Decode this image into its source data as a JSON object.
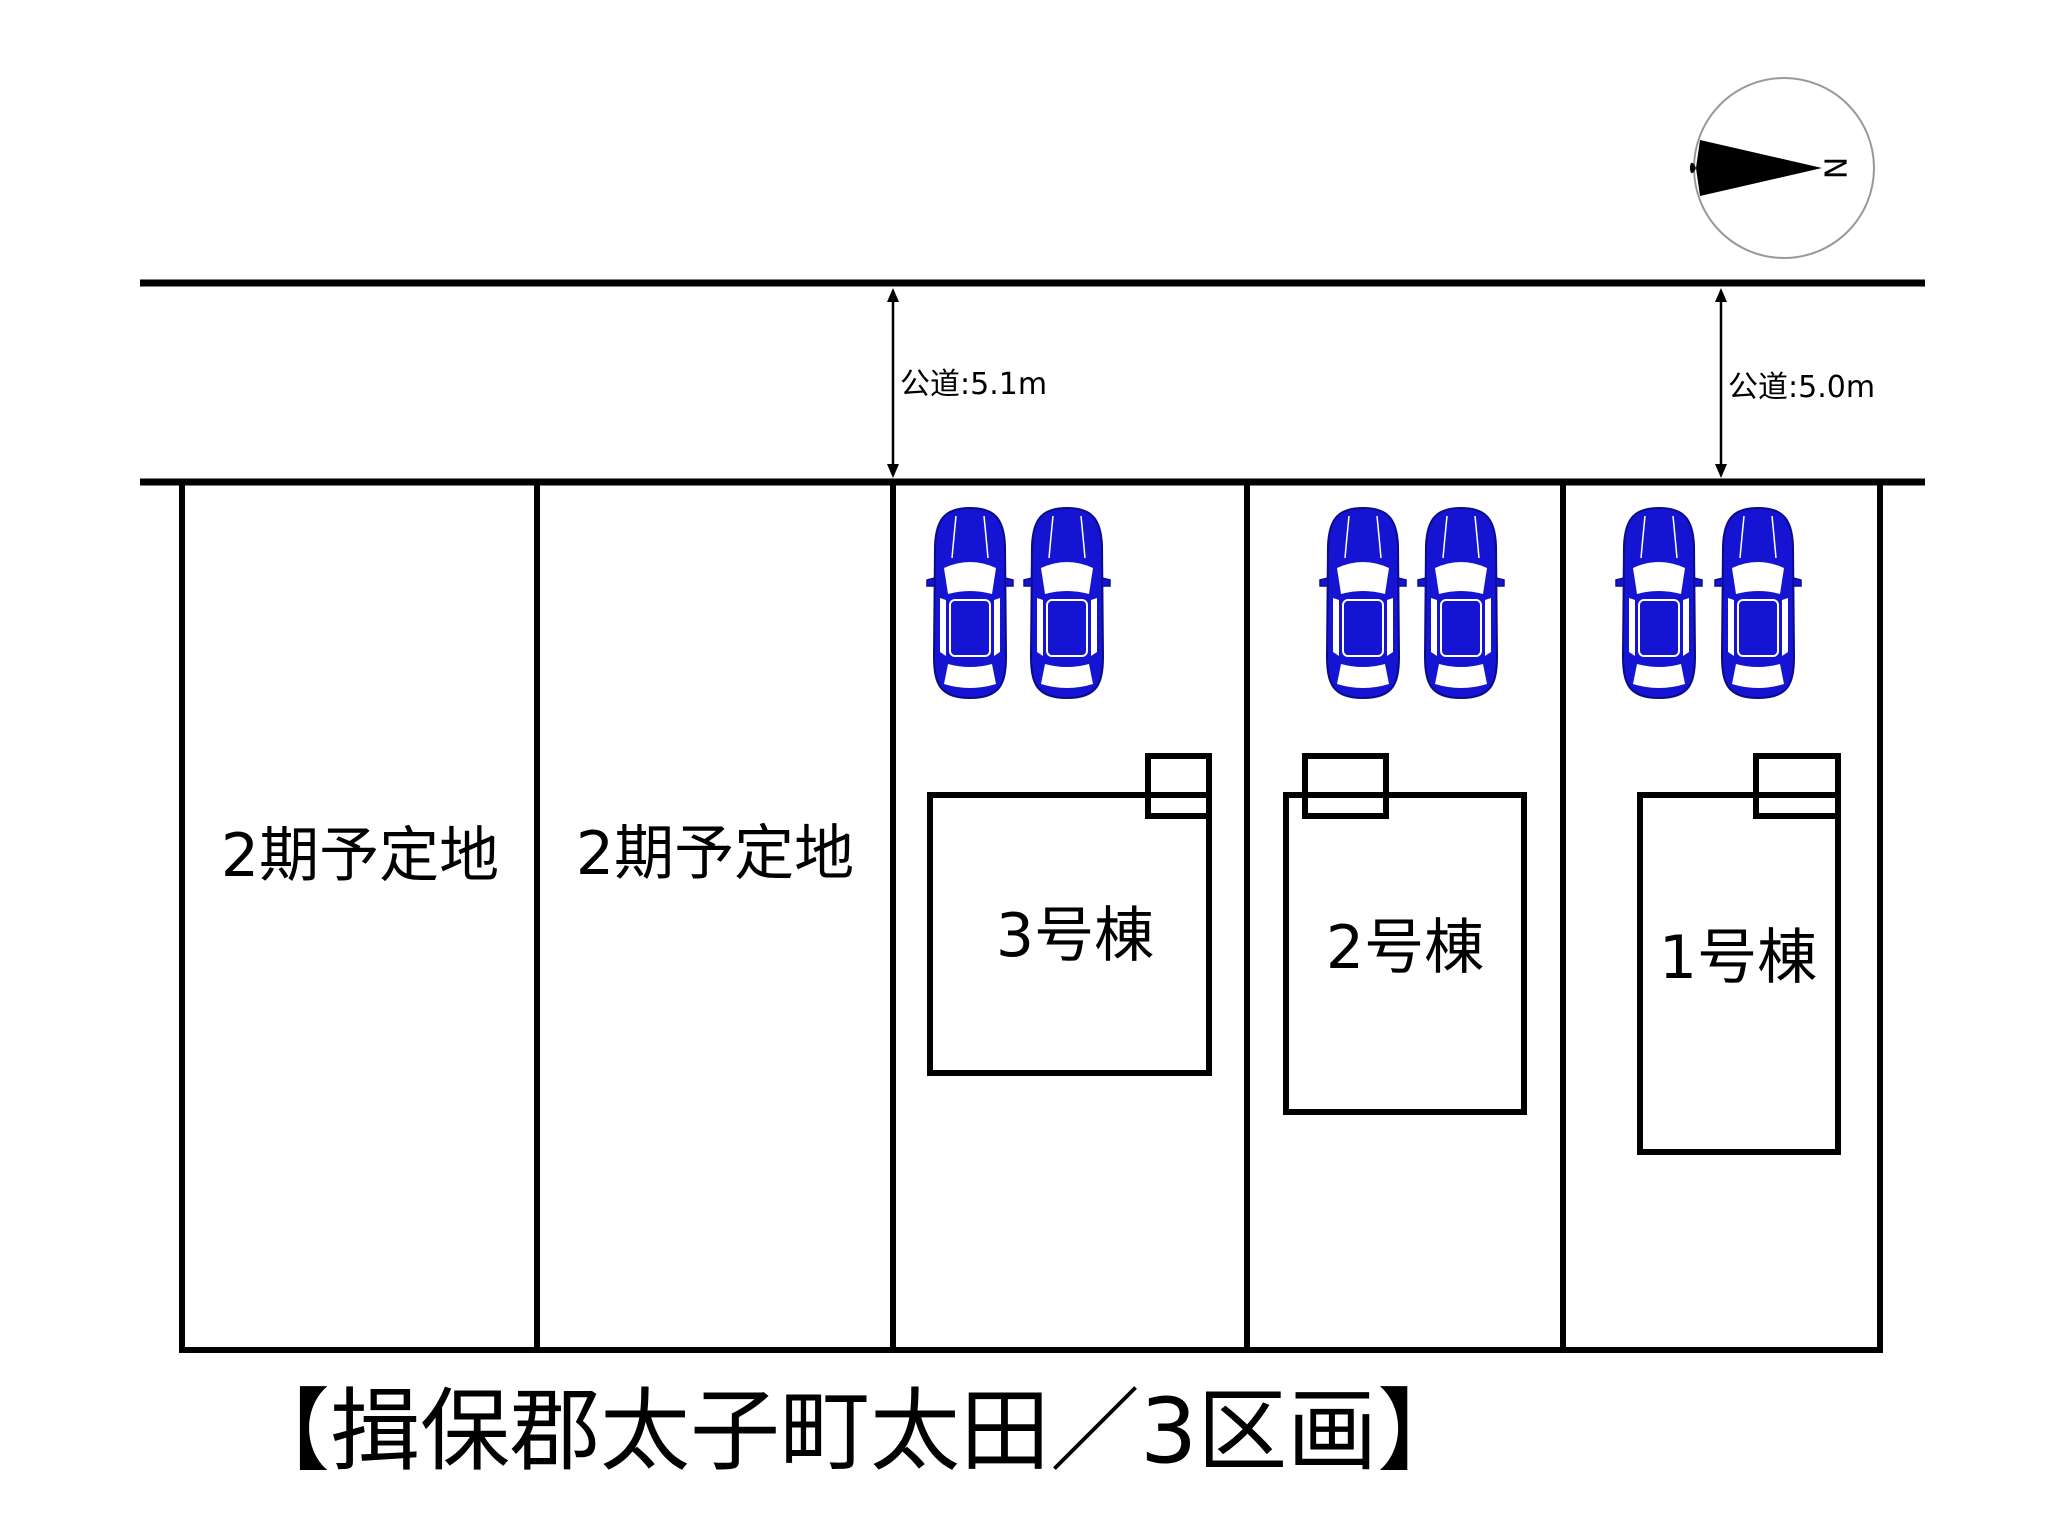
{
  "title": "【揖保郡太子町太田／3区画】",
  "compass": {
    "label": "N",
    "icon": "north-arrow-icon"
  },
  "road": {
    "width_labels": [
      "公道:5.1m",
      "公道:5.0m"
    ]
  },
  "lots": [
    {
      "label": "2期予定地"
    },
    {
      "label": "2期予定地"
    },
    {
      "label": "3号棟",
      "parking_spaces": 2
    },
    {
      "label": "2号棟",
      "parking_spaces": 2
    },
    {
      "label": "1号棟",
      "parking_spaces": 2
    }
  ],
  "colors": {
    "car": "#1414d2",
    "lines": "#000000",
    "background": "#ffffff"
  }
}
